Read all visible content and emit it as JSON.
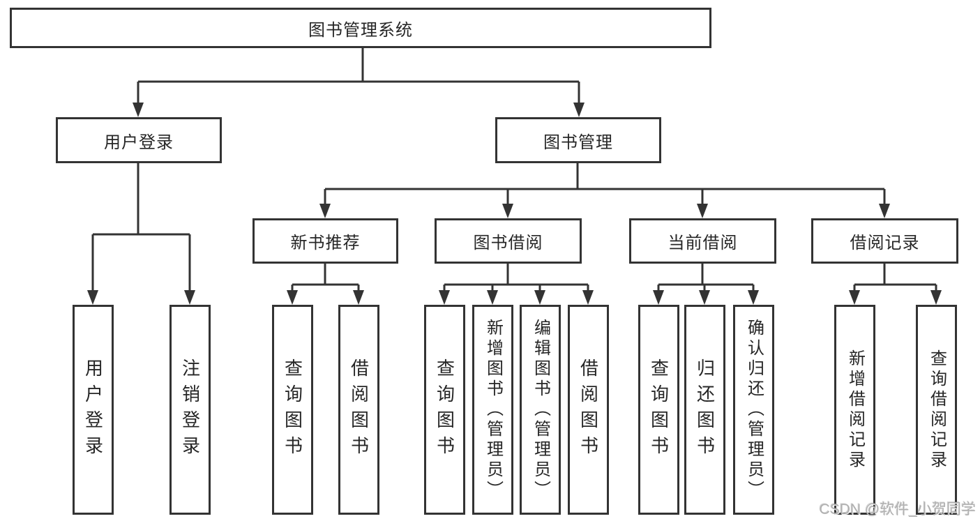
{
  "diagram": {
    "root": {
      "label": "图书管理系统",
      "children": [
        {
          "label": "用户登录",
          "children": [
            {
              "label": "用户登录"
            },
            {
              "label": "注销登录"
            }
          ]
        },
        {
          "label": "图书管理",
          "children": [
            {
              "label": "新书推荐",
              "children": [
                {
                  "label": "查询图书"
                },
                {
                  "label": "借阅图书"
                }
              ]
            },
            {
              "label": "图书借阅",
              "children": [
                {
                  "label": "查询图书"
                },
                {
                  "label": "新增图书（管理员）"
                },
                {
                  "label": "编辑图书（管理员）"
                },
                {
                  "label": "借阅图书"
                }
              ]
            },
            {
              "label": "当前借阅",
              "children": [
                {
                  "label": "查询图书"
                },
                {
                  "label": "归还图书"
                },
                {
                  "label": "确认归还（管理员）"
                }
              ]
            },
            {
              "label": "借阅记录",
              "children": [
                {
                  "label": "新增借阅记录"
                },
                {
                  "label": "查询借阅记录"
                }
              ]
            }
          ]
        }
      ]
    }
  },
  "watermark": {
    "text": "CSDN @软件_小贺同学"
  },
  "colors": {
    "line": "#333333",
    "text": "#262626",
    "background": "#ffffff",
    "watermark": "#b0b0b0"
  }
}
